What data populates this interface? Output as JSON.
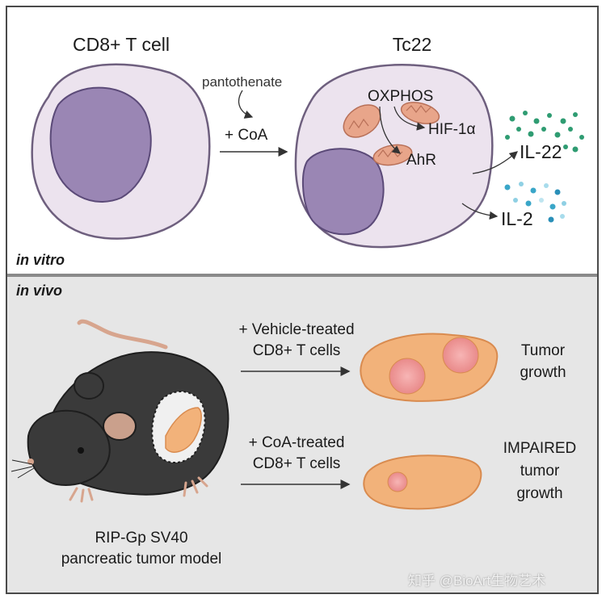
{
  "top_panel": {
    "left_cell_title": "CD8+ T cell",
    "right_cell_title": "Tc22",
    "pantothenate_label": "pantothenate",
    "coa_label": "+ CoA",
    "oxphos_label": "OXPHOS",
    "hif_label": "HIF-1α",
    "ahr_label": "AhR",
    "il22_label": "IL-22",
    "il2_label": "IL-2",
    "section_label": "in vitro"
  },
  "bottom_panel": {
    "section_label": "in vivo",
    "vehicle_line1": "+ Vehicle-treated",
    "vehicle_line2": "CD8+ T cells",
    "coa_line1": "+ CoA-treated",
    "coa_line2": "CD8+ T cells",
    "outcome1_line1": "Tumor",
    "outcome1_line2": "growth",
    "outcome2_line1": "IMPAIRED",
    "outcome2_line2": "tumor",
    "outcome2_line3": "growth",
    "model_line1": "RIP-Gp SV40",
    "model_line2": "pancreatic tumor model"
  },
  "watermark": "知乎 @BioArt生物艺术",
  "colors": {
    "cell_fill": "#ece3ee",
    "nucleus_fill": "#9a86b4",
    "mito_fill": "#e8a58a",
    "il22_dots": "#2f9c72",
    "il2_dots": "#3aa6c8",
    "tumor_fill": "#f2b27a",
    "tumor_spot": "#f08e8e",
    "mouse_fill": "#3a3a3a"
  }
}
